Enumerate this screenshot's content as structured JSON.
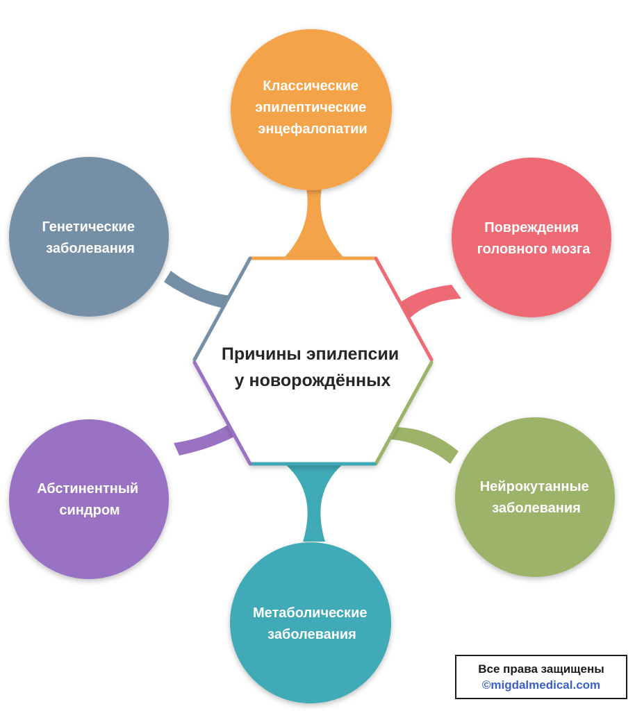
{
  "center": {
    "line1": "Причины эпилепсии",
    "line2": "у новорождённых"
  },
  "nodes": [
    {
      "id": "top",
      "lines": [
        "Классические",
        "эпилептические",
        "энцефалопатии"
      ],
      "color": "#f5a34a"
    },
    {
      "id": "upper-right",
      "lines": [
        "Повреждения",
        "головного мозга"
      ],
      "color": "#ee6b75"
    },
    {
      "id": "lower-right",
      "lines": [
        "Нейрокутанные",
        "заболевания"
      ],
      "color": "#9cb46a"
    },
    {
      "id": "bottom",
      "lines": [
        "Метаболические",
        "заболевания"
      ],
      "color": "#3faab6"
    },
    {
      "id": "lower-left",
      "lines": [
        "Абстинентный",
        "синдром"
      ],
      "color": "#9a72c4"
    },
    {
      "id": "upper-left",
      "lines": [
        "Генетические",
        "заболевания"
      ],
      "color": "#7590a6"
    }
  ],
  "copyright": {
    "line1": "Все права защищены",
    "line2": "©migdalmedical.com"
  }
}
